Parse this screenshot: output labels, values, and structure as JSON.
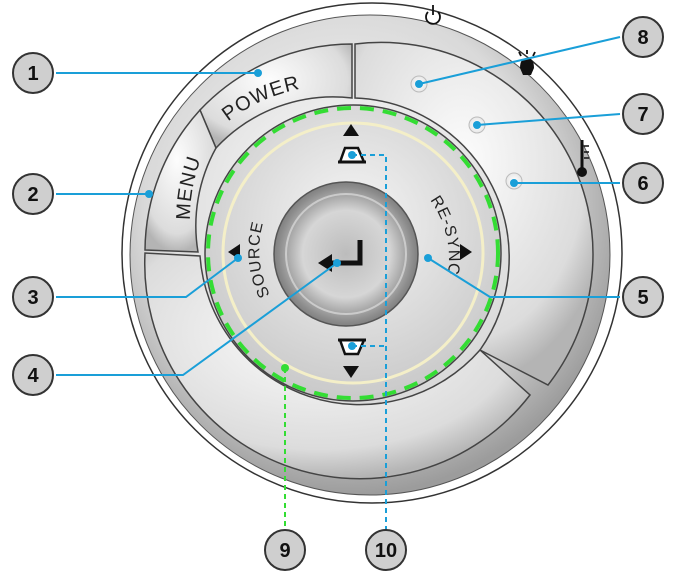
{
  "buttons": {
    "power": "POWER",
    "menu": "MENU",
    "source": "SOURCE",
    "resync": "RE-SYNC"
  },
  "indicators": [
    {
      "icon": "power-led-icon"
    },
    {
      "icon": "lamp-led-icon"
    },
    {
      "icon": "temperature-led-icon"
    }
  ],
  "callouts": [
    "1",
    "2",
    "3",
    "4",
    "5",
    "6",
    "7",
    "8",
    "9",
    "10"
  ],
  "colors": {
    "callout_fill": "#cfcfcf",
    "leader_blue": "#1a9fd8",
    "dash_green": "#33dd33",
    "button_silver": "#d8d8d8",
    "outline": "#333333"
  }
}
